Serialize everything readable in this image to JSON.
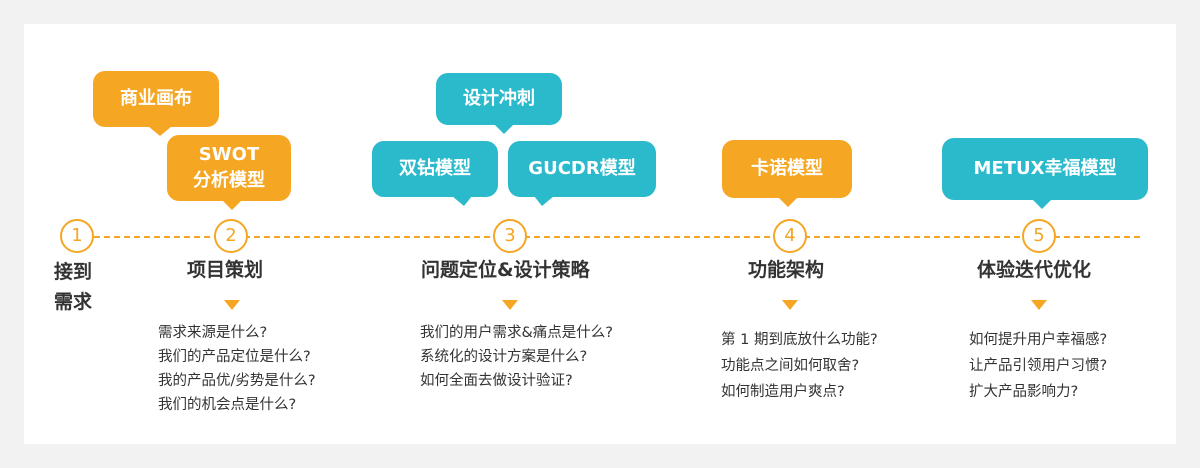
{
  "colors": {
    "orange": "#f5a623",
    "teal": "#2bb9cc",
    "text": "#333333"
  },
  "bubbles": {
    "business_canvas": "商业画布",
    "swot_line1": "SWOT",
    "swot_line2": "分析模型",
    "design_sprint": "设计冲刺",
    "double_diamond": "双钻模型",
    "gucdr": "GUCDR模型",
    "kano": "卡诺模型",
    "metux": "METUX幸福模型"
  },
  "steps": [
    {
      "number": "1",
      "title_line1": "接到",
      "title_line2": "需求",
      "questions": []
    },
    {
      "number": "2",
      "title": "项目策划",
      "questions": [
        "需求来源是什么?",
        "我们的产品定位是什么?",
        "我的产品优/劣势是什么?",
        "我们的机会点是什么?"
      ]
    },
    {
      "number": "3",
      "title": "问题定位&设计策略",
      "questions": [
        "我们的用户需求&痛点是什么?",
        "系统化的设计方案是什么?",
        "如何全面去做设计验证?"
      ]
    },
    {
      "number": "4",
      "title": "功能架构",
      "questions": [
        "第 1 期到底放什么功能?",
        "功能点之间如何取舍?",
        "如何制造用户爽点?"
      ]
    },
    {
      "number": "5",
      "title": "体验迭代优化",
      "questions": [
        "如何提升用户幸福感?",
        "让产品引领用户习惯?",
        "扩大产品影响力?"
      ]
    }
  ]
}
